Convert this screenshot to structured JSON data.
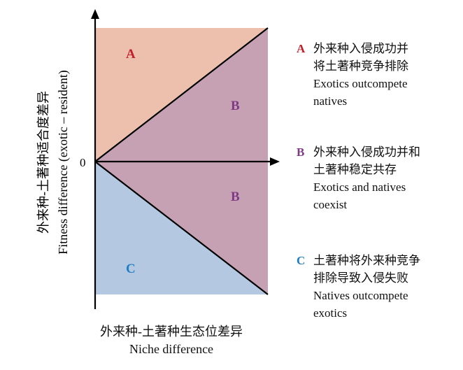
{
  "colors": {
    "region_a_fill": "#EDC0AE",
    "region_b_fill": "#C6A1B3",
    "region_c_fill": "#B4C8E2",
    "letter_a": "#C0202A",
    "letter_b": "#7E3A86",
    "letter_c": "#1F7FC4"
  },
  "axes": {
    "origin_label": "0",
    "y_label_cn": "外来种-土著种适合度差异",
    "y_label_en": "Fitness difference (exotic – resident)",
    "x_label_cn": "外来种-土著种生态位差异",
    "x_label_en": "Niche difference"
  },
  "regions": {
    "a": "A",
    "b_upper": "B",
    "b_lower": "B",
    "c": "C"
  },
  "legend": [
    {
      "letter": "A",
      "cn_line1": "外来种入侵成功并",
      "cn_line2": "将土著种竞争排除",
      "en_line1": "Exotics outcompete",
      "en_line2": "natives"
    },
    {
      "letter": "B",
      "cn_line1": "外来种入侵成功并和",
      "cn_line2": "土著种稳定共存",
      "en_line1": "Exotics and natives",
      "en_line2": "coexist"
    },
    {
      "letter": "C",
      "cn_line1": "土著种将外来种竞争",
      "cn_line2": "排除导致入侵失败",
      "en_line1": "Natives outcompete",
      "en_line2": "exotics"
    }
  ]
}
